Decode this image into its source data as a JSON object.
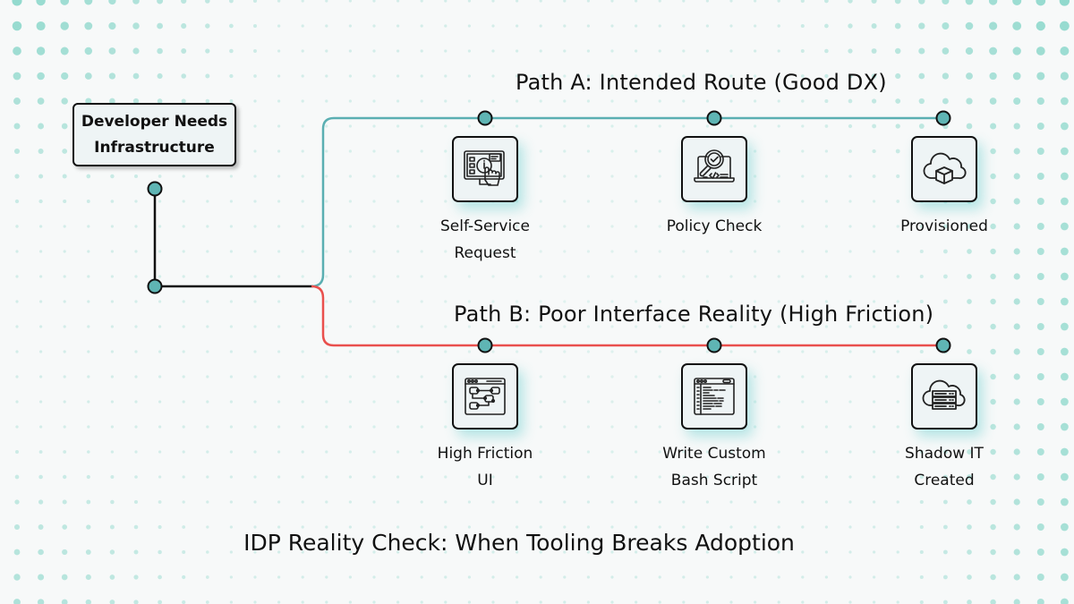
{
  "colors": {
    "dot": "#8fd8cc",
    "path_a": "#5aafb2",
    "path_b": "#e9504d",
    "node_fill": "#5fb5b4",
    "connector": "#111111"
  },
  "start": {
    "line1": "Developer Needs",
    "line2": "Infrastructure"
  },
  "path_a": {
    "title": "Path A: Intended Route (Good DX)",
    "steps": [
      {
        "icon": "self-service-touchscreen-icon",
        "line1": "Self-Service",
        "line2": "Request"
      },
      {
        "icon": "policy-check-magnifier-icon",
        "line1": "Policy Check",
        "line2": ""
      },
      {
        "icon": "cloud-box-icon",
        "line1": "Provisioned",
        "line2": ""
      }
    ]
  },
  "path_b": {
    "title": "Path B: Poor Interface Reality (High Friction)",
    "steps": [
      {
        "icon": "flowchart-window-icon",
        "line1": "High Friction",
        "line2": "UI"
      },
      {
        "icon": "code-script-window-icon",
        "line1": "Write Custom",
        "line2": "Bash Script"
      },
      {
        "icon": "cloud-server-icon",
        "line1": "Shadow IT",
        "line2": "Created"
      }
    ]
  },
  "footer": {
    "title": "IDP Reality Check: When Tooling Breaks Adoption"
  }
}
